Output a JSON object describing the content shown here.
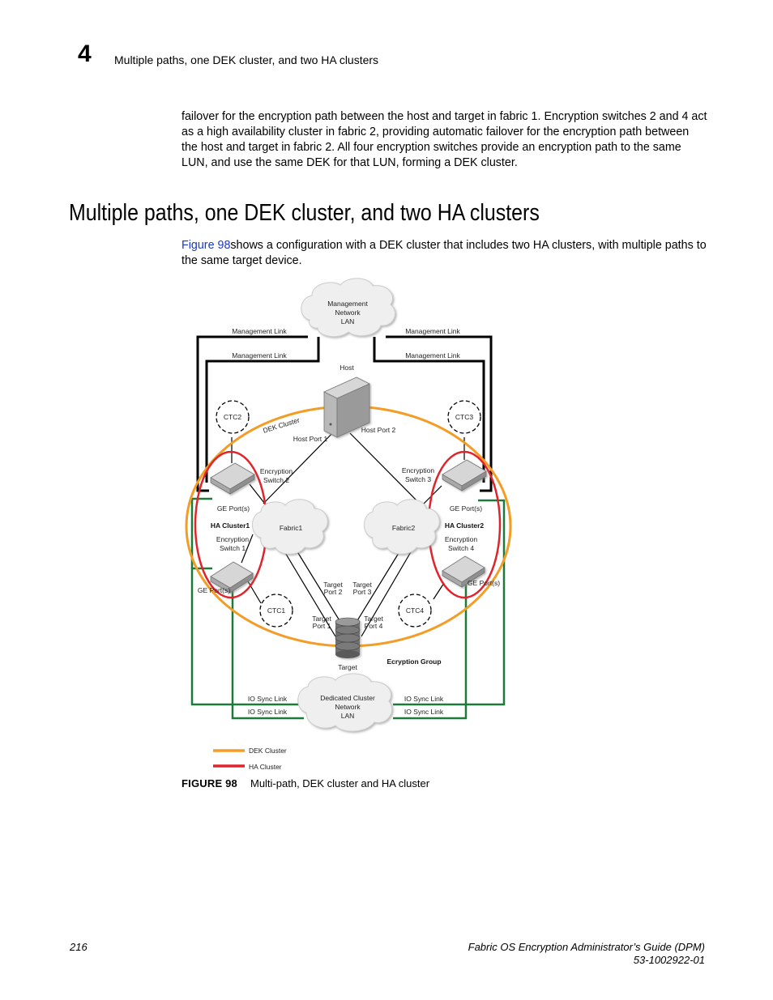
{
  "header": {
    "chapter_number": "4",
    "running_title": "Multiple paths, one DEK cluster, and two HA clusters"
  },
  "body": {
    "paragraph1": "failover for the encryption path between the host and target in fabric 1. Encryption switches 2 and 4 act as a high availability cluster in fabric 2, providing automatic failover for the encryption path between the host and target in fabric 2. All four encryption switches provide an encryption path to the same LUN, and use the same DEK for that LUN, forming a DEK cluster.",
    "section_title": "Multiple paths, one DEK cluster, and two HA clusters",
    "paragraph2_link": "Figure 98",
    "paragraph2_text": "shows a configuration with a DEK cluster that includes two HA clusters, with multiple paths to the same target device."
  },
  "figure": {
    "mgmt_cloud": [
      "Management",
      "Network",
      "LAN"
    ],
    "mgmt_link": "Management Link",
    "host": "Host",
    "host_port1": "Host Port 1",
    "host_port2": "Host Port 2",
    "ctc2": "CTC2",
    "ctc3": "CTC3",
    "ctc1": "CTC1",
    "ctc4": "CTC4",
    "dek_cluster_arc": "DEK Cluster",
    "enc_switch2": [
      "Encryption",
      "Switch 2"
    ],
    "enc_switch3": [
      "Encryption",
      "Switch 3"
    ],
    "enc_switch1": [
      "Encryption",
      "Switch 1"
    ],
    "enc_switch4": [
      "Encryption",
      "Switch 4"
    ],
    "ge_ports": "GE Port(s)",
    "ha_cluster1": "HA Cluster1",
    "ha_cluster2": "HA Cluster2",
    "fabric1": "Fabric1",
    "fabric2": "Fabric2",
    "target_port1": [
      "Target",
      "Port 1"
    ],
    "target_port2": [
      "Target",
      "Port 2"
    ],
    "target_port3": [
      "Target",
      "Port 3"
    ],
    "target_port4": [
      "Target",
      "Port 4"
    ],
    "target": "Target",
    "encryption_group": "Ecryption Group",
    "io_sync_link": "IO Sync Link",
    "dedicated_cloud": [
      "Dedicated Cluster",
      "Network",
      "LAN"
    ],
    "legend": [
      {
        "label": "DEK Cluster",
        "color": "#f39c26"
      },
      {
        "label": "HA Cluster",
        "color": "#e0242b"
      }
    ],
    "colors": {
      "io_sync": "#1e7a3a",
      "mgmt": "#000000"
    }
  },
  "caption": {
    "label": "FIGURE 98",
    "text": "Multi-path, DEK cluster and HA cluster"
  },
  "footer": {
    "page_number": "216",
    "doc_title": "Fabric OS Encryption Administrator’s Guide (DPM)",
    "doc_number": "53-1002922-01"
  }
}
